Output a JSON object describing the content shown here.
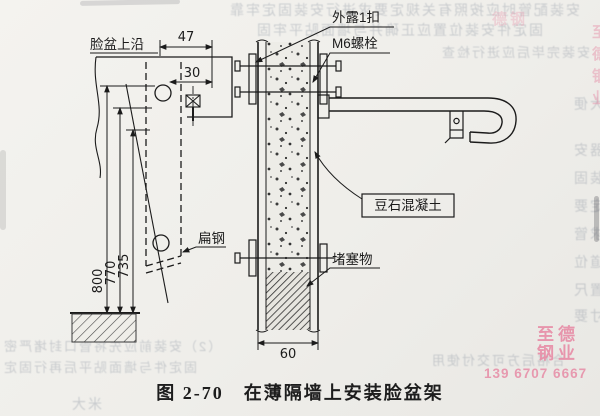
{
  "figure": {
    "caption": "图 2-70　在薄隔墙上安装脸盆架"
  },
  "labels": {
    "basin_top_edge": "脸盆上沿",
    "exposed_one_thread": "外露1扣",
    "m6_bolt": "M6螺栓",
    "pea_gravel_concrete": "豆石混凝土",
    "plug_material": "堵塞物",
    "flat_steel": "扁钢"
  },
  "dimensions": {
    "top_width": "47",
    "hole_offset": "30",
    "height_800": "800",
    "height_770": "770",
    "height_735": "735",
    "wall_thickness": "60"
  },
  "watermark": {
    "company_line1": "至德",
    "company_line2": "钢业",
    "phone": "139 6707 6667",
    "fragment_right": "至德钢业",
    "fragment_top": "德钢",
    "color": "#e78ca6"
  },
  "colors": {
    "ink": "#1b1b1b",
    "paper": "#f0efeb"
  },
  "bleedthrough": {
    "lines": [
      "安装配管时应按照有关规定要求进行安装固定牢靠",
      "固定件安装位置应正确并与墙面贴平牢固",
      "安装完毕后应进行检查",
      "大便",
      "器安",
      "装固",
      "定要",
      "求管",
      "道位",
      "置尺",
      "寸要",
      "（2）安装前应先将管口封堵严密",
      "固定件与墙面贴平后再行固定",
      "米大",
      "合格后方可交付使用"
    ]
  }
}
